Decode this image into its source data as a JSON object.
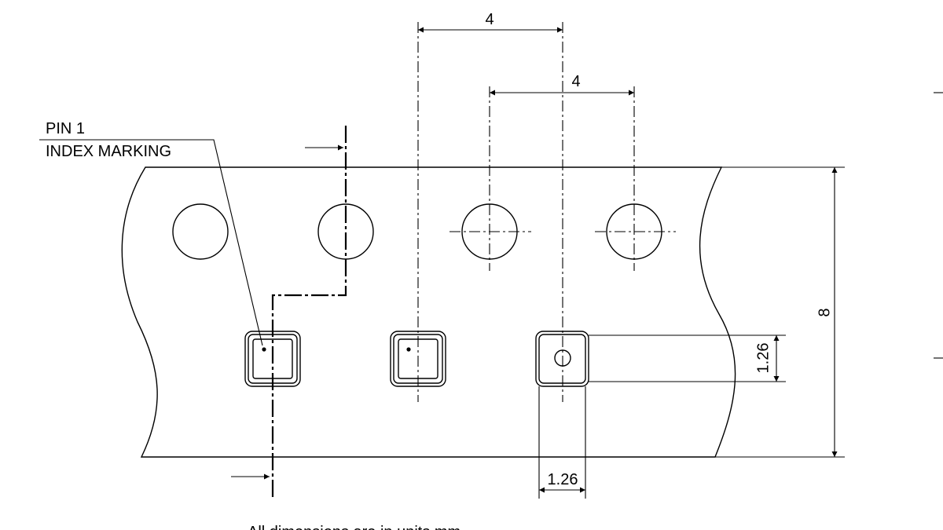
{
  "diagram": {
    "labels": {
      "pin_label_line1": "PIN 1",
      "pin_label_line2": "INDEX MARKING",
      "footnote": "All dimensions are in units mm"
    },
    "dimensions": {
      "pocket_pitch": "4",
      "sprocket_pitch": "4",
      "tape_width": "8",
      "pocket_height": "1.26",
      "pocket_width": "1.26"
    }
  }
}
